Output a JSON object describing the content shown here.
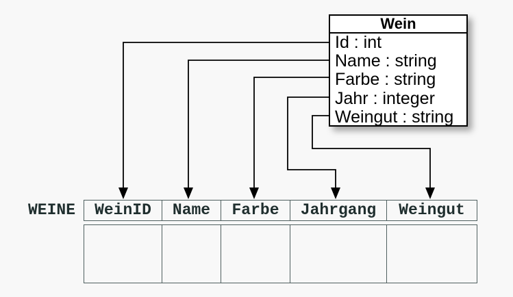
{
  "diagram": {
    "type": "object-relational-mapping",
    "class_box": {
      "title": "Wein",
      "attributes": [
        "Id : int",
        "Name : string",
        "Farbe : string",
        "Jahr : integer",
        "Weingut : string"
      ]
    },
    "table": {
      "label": "WEINE",
      "columns": [
        "WeinID",
        "Name",
        "Farbe",
        "Jahrgang",
        "Weingut"
      ],
      "body_rows": 1,
      "body_cells_empty": true
    },
    "mappings": [
      {
        "from_attribute": "Id",
        "to_column": "WeinID"
      },
      {
        "from_attribute": "Name",
        "to_column": "Name"
      },
      {
        "from_attribute": "Farbe",
        "to_column": "Farbe"
      },
      {
        "from_attribute": "Jahr",
        "to_column": "Jahrgang"
      },
      {
        "from_attribute": "Weingut",
        "to_column": "Weingut"
      }
    ],
    "colors": {
      "background": "#f8f8f8",
      "class_box_fill": "#ffffff",
      "class_box_border": "#000000",
      "connector_line": "#000000",
      "table_border": "#4f5f5f",
      "table_text": "#1f2e2e"
    }
  }
}
